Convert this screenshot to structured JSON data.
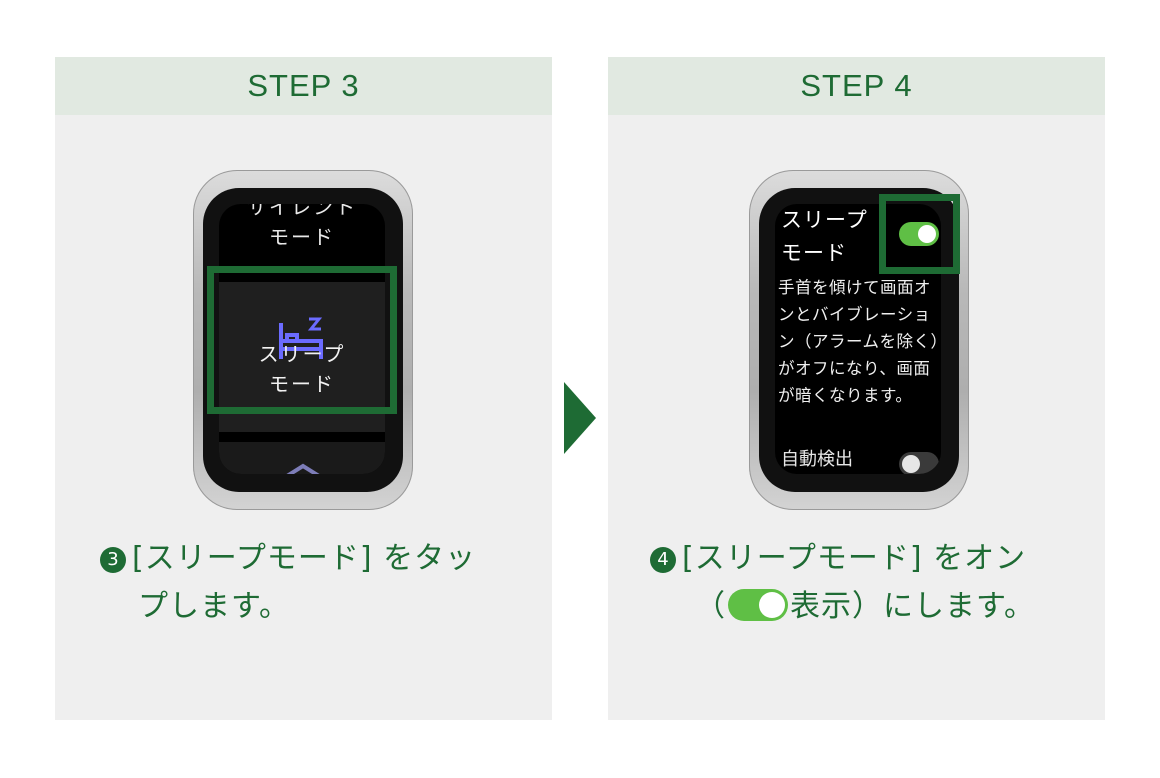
{
  "colors": {
    "accent_green": "#1e6b34",
    "header_bg": "#e1e9e1",
    "panel_bg": "#efefef",
    "toggle_on": "#5fbf45",
    "icon_purple": "#6b6bff"
  },
  "step3": {
    "header": "STEP 3",
    "watch": {
      "top_item_line1": "サイレント",
      "top_item_line2": "モード",
      "sleep_item_line1": "スリープ",
      "sleep_item_line2": "モード",
      "sleep_icon": "bed-zz-icon",
      "bottom_icon": "home-icon"
    },
    "caption": {
      "number": "3",
      "line1": "[スリープモード] をタッ",
      "line2": "プします。"
    }
  },
  "step4": {
    "header": "STEP 4",
    "watch": {
      "title_line1": "スリープ",
      "title_line2": "モード",
      "toggle_state": "on",
      "description": "手首を傾けて画面オンとバイブレーション（アラームを除く）がオフになり、画面が暗くなります。",
      "next_item": "自動検出",
      "next_toggle_state": "off"
    },
    "caption": {
      "number": "4",
      "line1": "[スリープモード] をオン",
      "line2_prefix": "（",
      "line2_suffix": "表示）にします。"
    }
  }
}
